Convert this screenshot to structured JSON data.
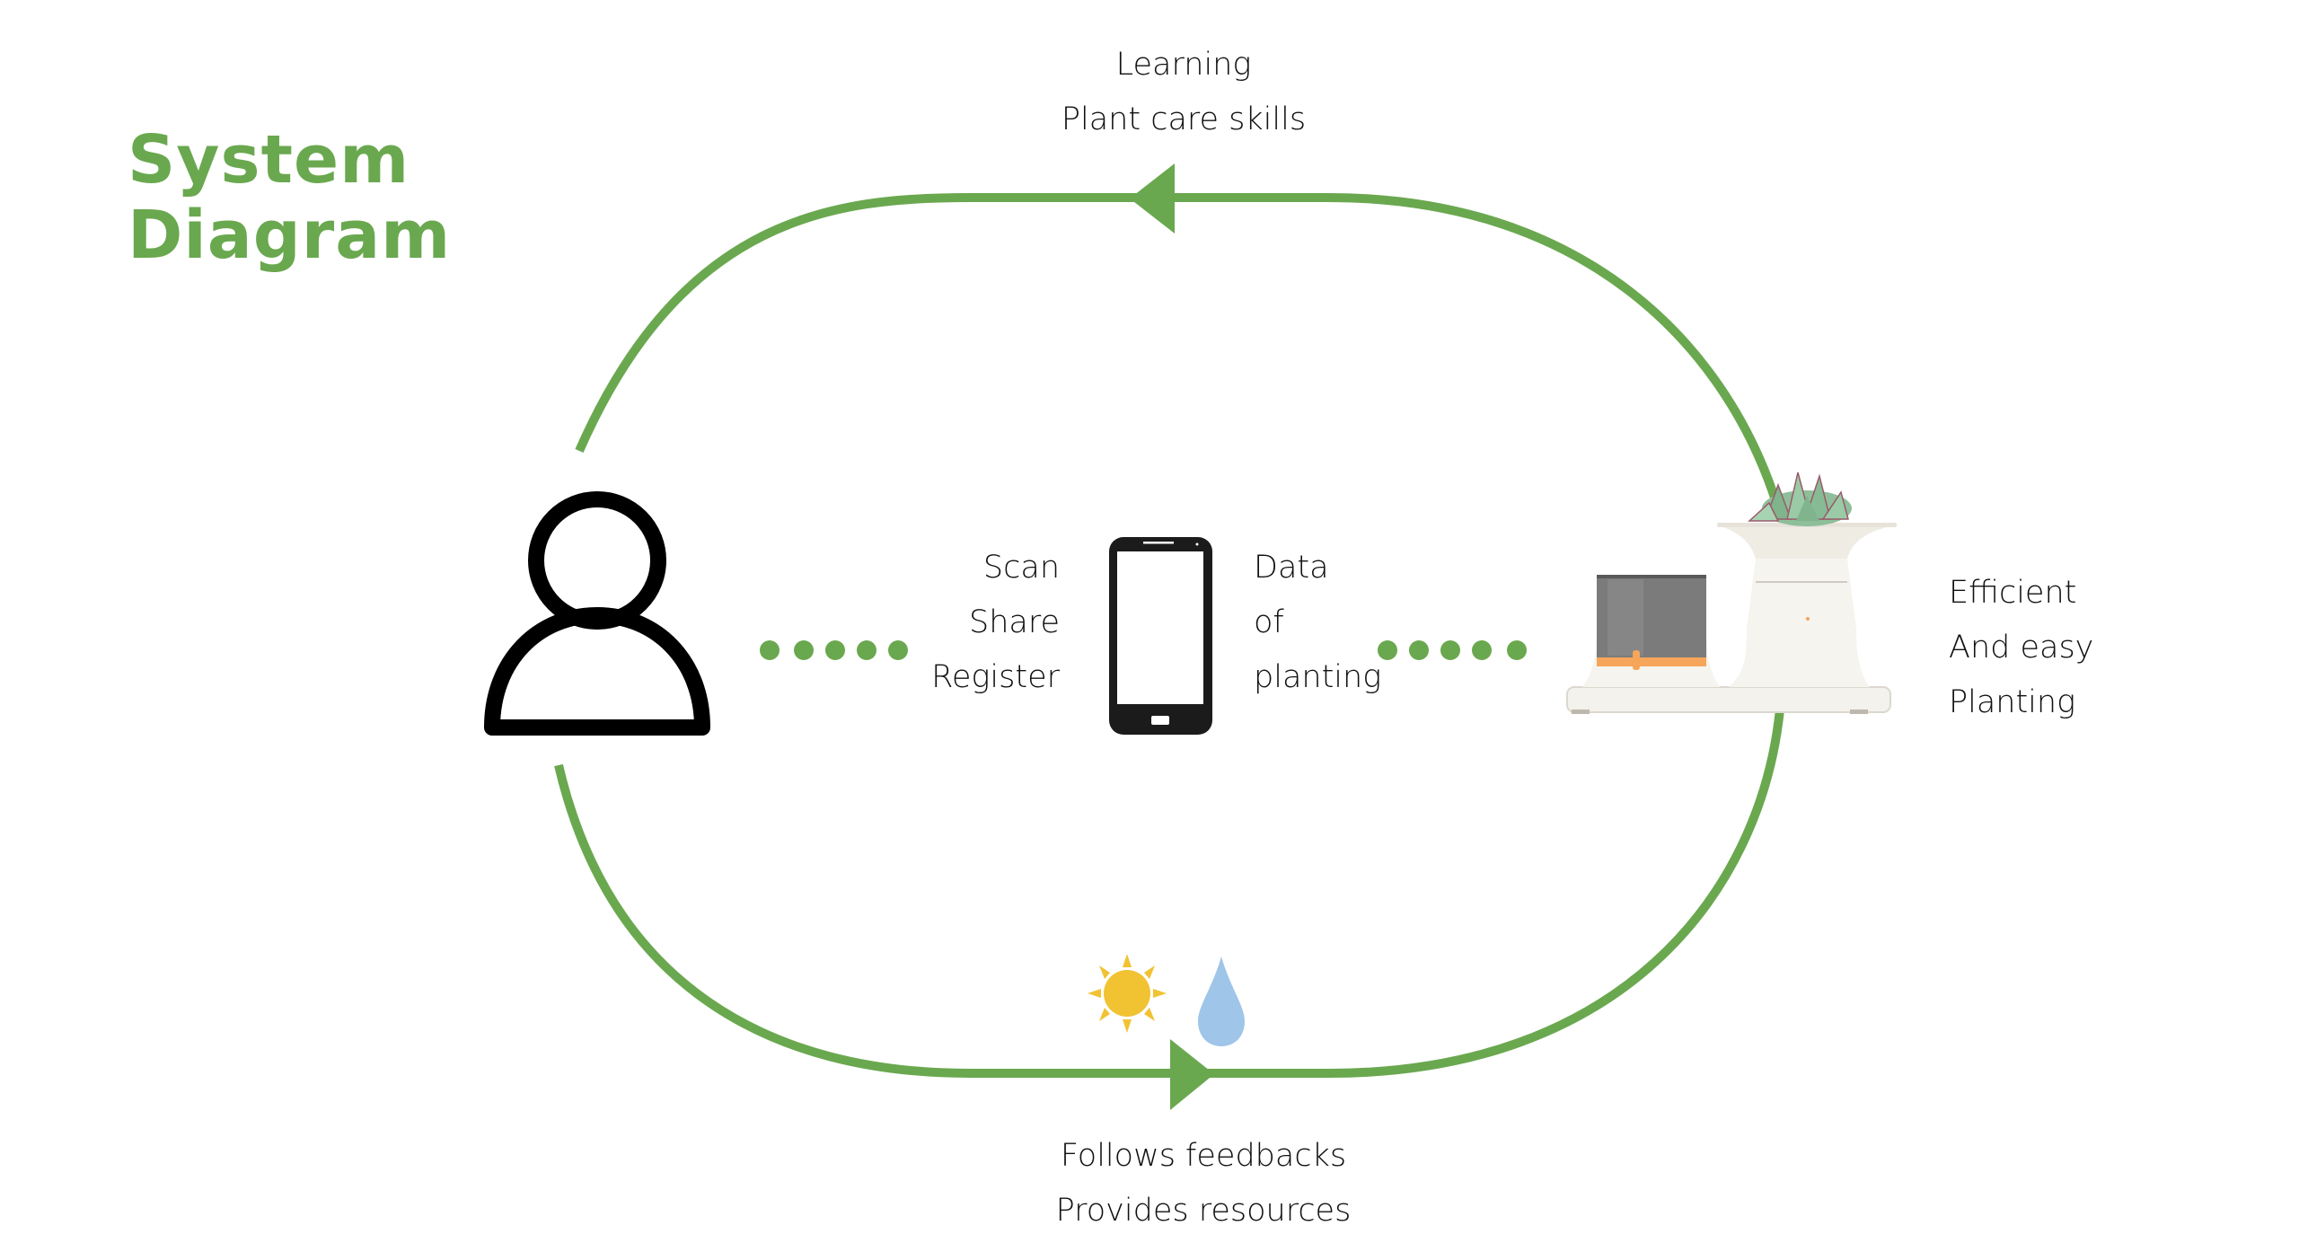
{
  "title": {
    "line1": "System",
    "line2": "Diagram"
  },
  "colors": {
    "accent": "#6aa84f",
    "sun": "#f1c232",
    "water": "#9fc5e8",
    "icon": "#111111"
  },
  "top_label": {
    "lines": [
      "Learning",
      "Plant care skills"
    ]
  },
  "bottom_label": {
    "lines": [
      "Follows feedbacks",
      "Provides resources"
    ]
  },
  "phone_left_label": {
    "lines": [
      "Scan",
      "Share",
      "Register"
    ]
  },
  "phone_right_label": {
    "lines": [
      "Data",
      "of",
      "planting"
    ]
  },
  "product_label": {
    "lines": [
      "Efficient",
      "And easy",
      "Planting"
    ]
  },
  "nodes": {
    "user": {
      "icon": "user-icon"
    },
    "phone": {
      "icon": "smartphone-icon"
    },
    "product": {
      "icon": "planter-device-image"
    },
    "resources": [
      "sun-icon",
      "water-drop-icon"
    ]
  },
  "connectors": {
    "top_arrow_direction": "left",
    "bottom_arrow_direction": "right",
    "dots_left_count": 5,
    "dots_right_count": 5
  }
}
